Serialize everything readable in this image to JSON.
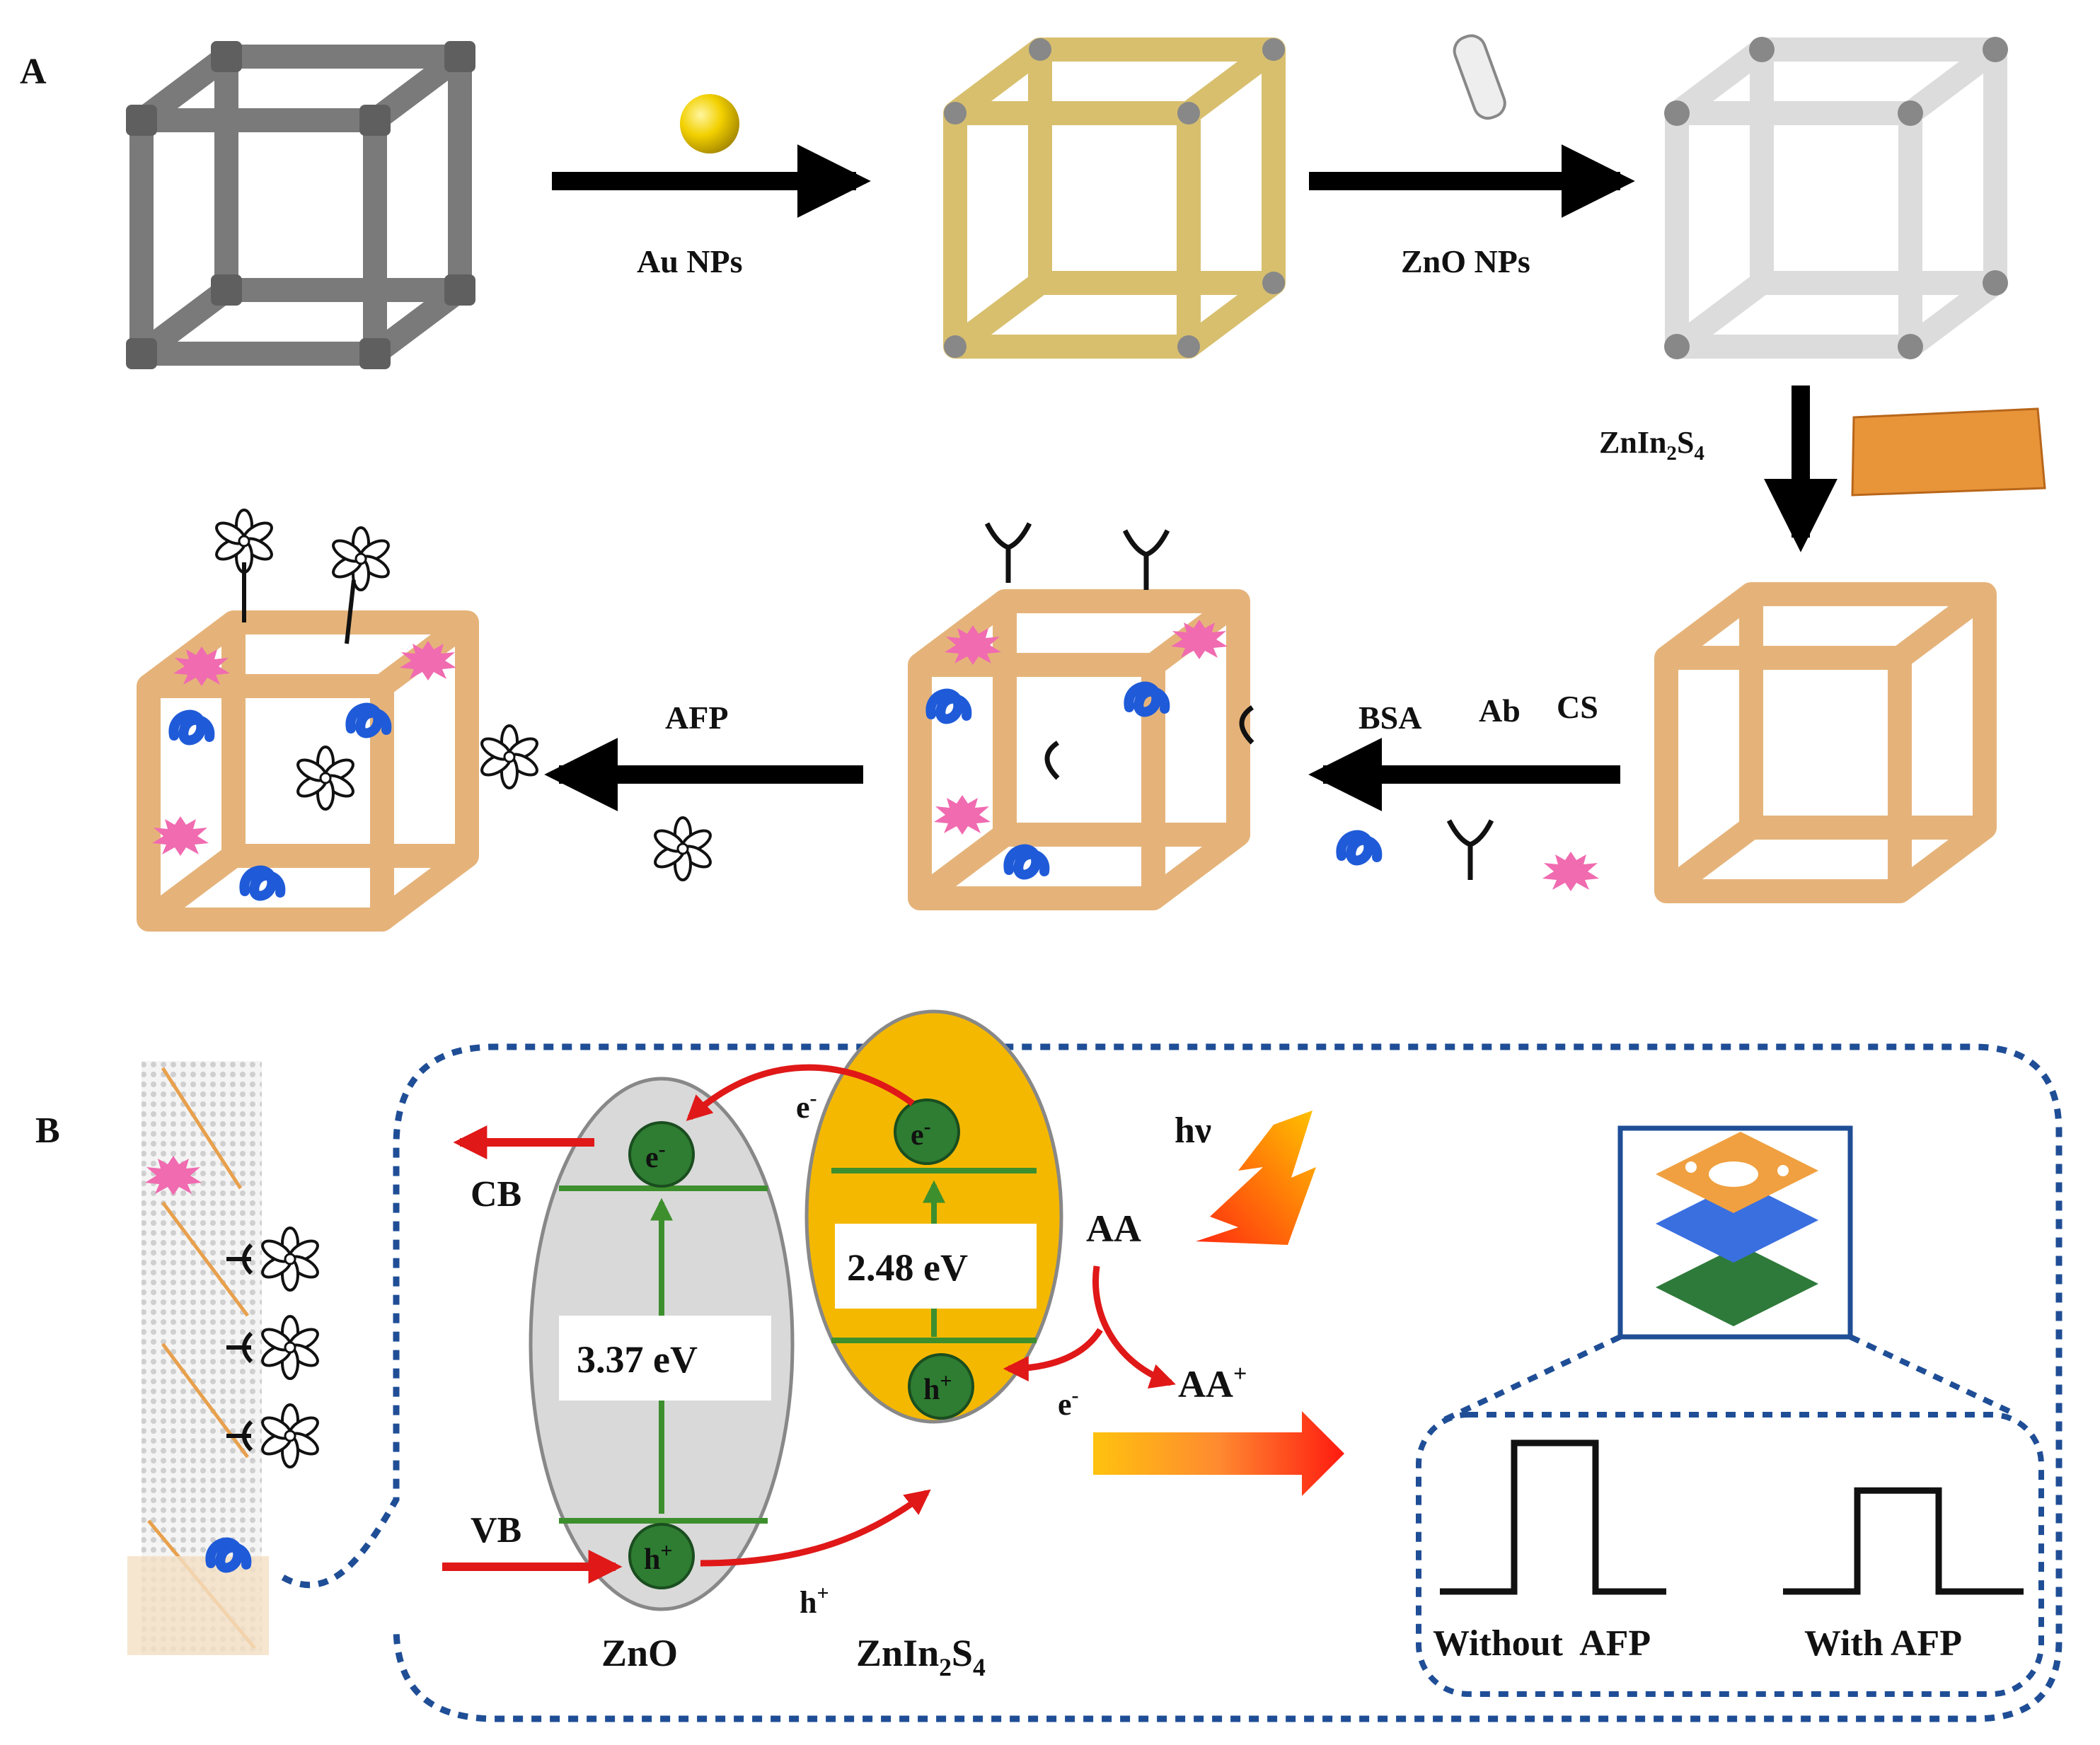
{
  "panels": {
    "a_label": "A",
    "b_label": "B"
  },
  "steps": {
    "au": "Au NPs",
    "zno": "ZnO NPs",
    "znin": {
      "base": "ZnIn",
      "sub1": "2",
      "mid": "S",
      "sub2": "4"
    },
    "bsa": "BSA",
    "ab": "Ab",
    "cs": "CS",
    "afp": "AFP"
  },
  "mechanism": {
    "electron": {
      "base": "e",
      "sup": "-"
    },
    "hole": {
      "base": "h",
      "sup": "+"
    },
    "cb": "CB",
    "vb": "VB",
    "zno_gap": "3.37 eV",
    "znin_gap": "2.48 eV",
    "hv": "hν",
    "aa": "AA",
    "aa_plus": {
      "base": "AA",
      "sup": "+"
    },
    "zno_name": "ZnO",
    "znin_name": {
      "base": "ZnIn",
      "sub1": "2",
      "mid": "S",
      "sub2": "4"
    }
  },
  "signals": {
    "without": "Without  AFP",
    "with": "With AFP",
    "without_height": 1.0,
    "with_height": 0.68
  },
  "colors": {
    "frame_gray": "#7a7a7a",
    "gold": "#e8d28a",
    "white_frame": "#f2f2f2",
    "orange": "#e8a04c",
    "pink": "#f06bb0",
    "blue": "#1f5bd8",
    "green": "#2e7d32",
    "band_green": "#3d8f2e",
    "red_arrow": "#e01818",
    "zno_oval": "#d9d9d9",
    "znin_oval": "#f5b800",
    "dotted_blue": "#1f4e96",
    "box_blue": "#1f4e96"
  }
}
